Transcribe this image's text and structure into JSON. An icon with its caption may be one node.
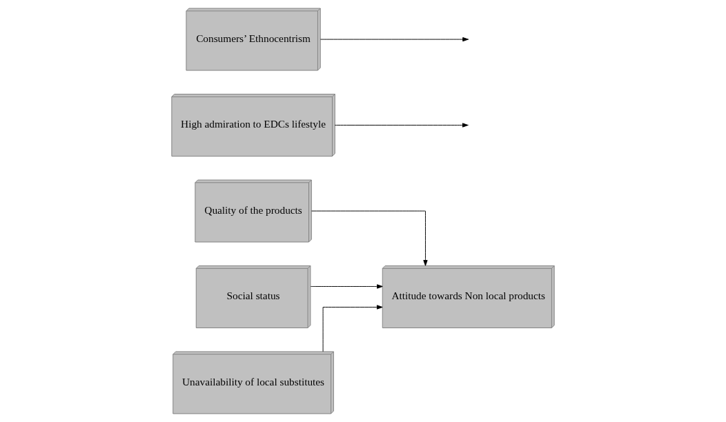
{
  "diagram": {
    "nodes": [
      {
        "text": [
          "Quality of the products"
        ]
      },
      {
        "text": [
          "High admiration to EDCs lifestyle"
        ]
      },
      {
        "text": [
          "Social status"
        ]
      },
      {
        "text": [
          "Attitude towards Non local products"
        ]
      },
      {
        "text": [
          "Unavailability of local substitutes"
        ]
      },
      {
        "text": [
          "Consumers’ Ethnocentrism"
        ]
      }
    ],
    "edges": [
      {
        "from": 0,
        "to": 3,
        "arrow": "to"
      },
      {
        "from": 2,
        "to": 3,
        "arrow": "to"
      },
      {
        "from": 4,
        "to": 3,
        "arrow": "to"
      },
      {
        "from": 1,
        "to": null,
        "arrow": "to"
      },
      {
        "from": 5,
        "to": null,
        "arrow": "to"
      }
    ]
  }
}
